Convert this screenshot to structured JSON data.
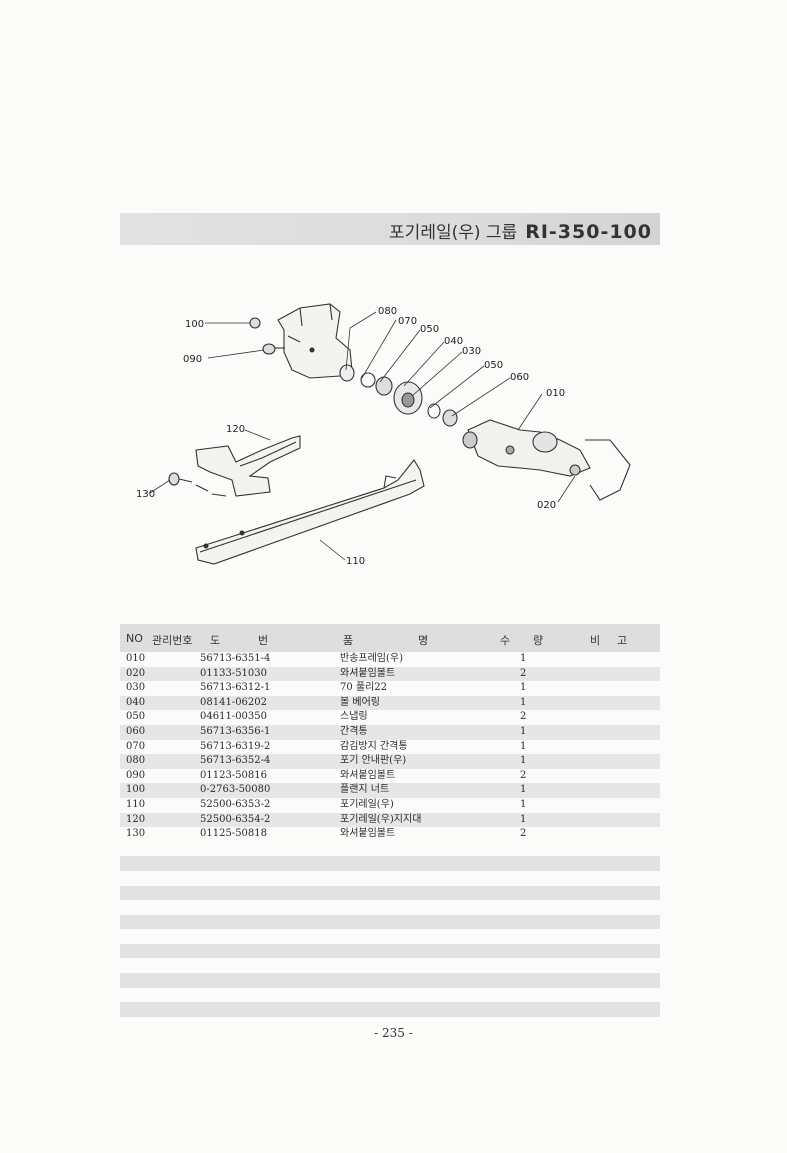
{
  "header": {
    "title": "포기레일(우) 그룹",
    "code": "RI-350-100"
  },
  "diagram": {
    "callouts": [
      "100",
      "090",
      "080",
      "070",
      "050",
      "040",
      "030",
      "050",
      "060",
      "010",
      "020",
      "120",
      "130",
      "110"
    ]
  },
  "table": {
    "headers": {
      "no": "NO",
      "mgmt": "관리번호",
      "do": "도",
      "beon": "번",
      "pum": "품",
      "myeong": "명",
      "su": "수",
      "ryang": "량",
      "bi": "비",
      "go": "고"
    },
    "rows": [
      {
        "no": "010",
        "drawing": "56713-6351-4",
        "name": "반송프레임(우)",
        "qty": "1"
      },
      {
        "no": "020",
        "drawing": "01133-51030",
        "name": "와셔붙임볼트",
        "qty": "2"
      },
      {
        "no": "030",
        "drawing": "56713-6312-1",
        "name": "70 풀리22",
        "qty": "1"
      },
      {
        "no": "040",
        "drawing": "08141-06202",
        "name": "볼 베어링",
        "qty": "1"
      },
      {
        "no": "050",
        "drawing": "04611-00350",
        "name": "스냅링",
        "qty": "2"
      },
      {
        "no": "060",
        "drawing": "56713-6356-1",
        "name": "간격통",
        "qty": "1"
      },
      {
        "no": "070",
        "drawing": "56713-6319-2",
        "name": "감김방지 간격통",
        "qty": "1"
      },
      {
        "no": "080",
        "drawing": "56713-6352-4",
        "name": "포기 안내판(우)",
        "qty": "1"
      },
      {
        "no": "090",
        "drawing": "01123-50816",
        "name": "와셔붙임볼트",
        "qty": "2"
      },
      {
        "no": "100",
        "drawing": "0-2763-50080",
        "name": "플랜지 너트",
        "qty": "1"
      },
      {
        "no": "110",
        "drawing": "52500-6353-2",
        "name": "포기레일(우)",
        "qty": "1"
      },
      {
        "no": "120",
        "drawing": "52500-6354-2",
        "name": "포기레일(우)지지대",
        "qty": "1"
      },
      {
        "no": "130",
        "drawing": "01125-50818",
        "name": "와셔붙임볼트",
        "qty": "2"
      }
    ]
  },
  "footer": {
    "page": "- 235 -"
  }
}
